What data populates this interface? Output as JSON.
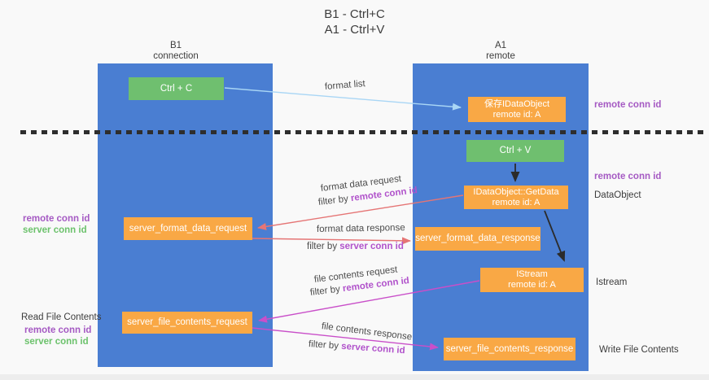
{
  "title": {
    "line1": "B1 - Ctrl+C",
    "line2": "A1 - Ctrl+V"
  },
  "lifelines": {
    "left": {
      "name": "B1",
      "role": "connection"
    },
    "right": {
      "name": "A1",
      "role": "remote"
    }
  },
  "nodes": {
    "ctrl_c": "Ctrl + C",
    "save_idataobject": {
      "title": "保存IDataObject",
      "subtitle": "remote id: A"
    },
    "ctrl_v": "Ctrl + V",
    "getdata": {
      "title": "IDataObject::GetData",
      "subtitle": "remote id: A"
    },
    "format_request": "server_format_data_request",
    "format_response": "server_format_data_response",
    "istream": {
      "title": "IStream",
      "subtitle": "remote id: A"
    },
    "file_request": "server_file_contents_request",
    "file_response": "server_file_contents_response"
  },
  "edge_labels": {
    "format_list": "format list",
    "format_data_request": "format data request",
    "format_data_request_filter": {
      "prefix": "filter by ",
      "key": "remote conn id"
    },
    "format_data_response": "format data response",
    "format_data_response_filter": {
      "prefix": "filter by ",
      "key": "server conn id"
    },
    "file_contents_request": "file contents request",
    "file_contents_request_filter": {
      "prefix": "filter by ",
      "key": "remote conn id"
    },
    "file_contents_response": "file contents response",
    "file_contents_response_filter": {
      "prefix": "filter by ",
      "key": "server conn id"
    }
  },
  "side_labels": {
    "right_remote_conn_top": "remote conn id",
    "right_remote_conn_mid": "remote conn id",
    "dataobject": "DataObject",
    "istream": "Istream",
    "write_file_contents": "Write File Contents",
    "left_remote_conn_top": "remote conn id",
    "left_server_conn_top": "server conn id",
    "read_file_contents": "Read File Contents",
    "left_remote_conn_bottom": "remote conn id",
    "left_server_conn_bottom": "server conn id"
  },
  "colors": {
    "lifeline_blue": "#4a7ed2",
    "action_green": "#6fbf6f",
    "message_orange": "#f9a845",
    "arrow_red": "#e57575",
    "arrow_magenta": "#c94fc9",
    "arrow_lightblue": "#a9d6f5",
    "arrow_black": "#2b2b2b",
    "text_purple": "#a55ac3",
    "filter_key_purple": "#b153cb",
    "text_green": "#6cc26c"
  }
}
